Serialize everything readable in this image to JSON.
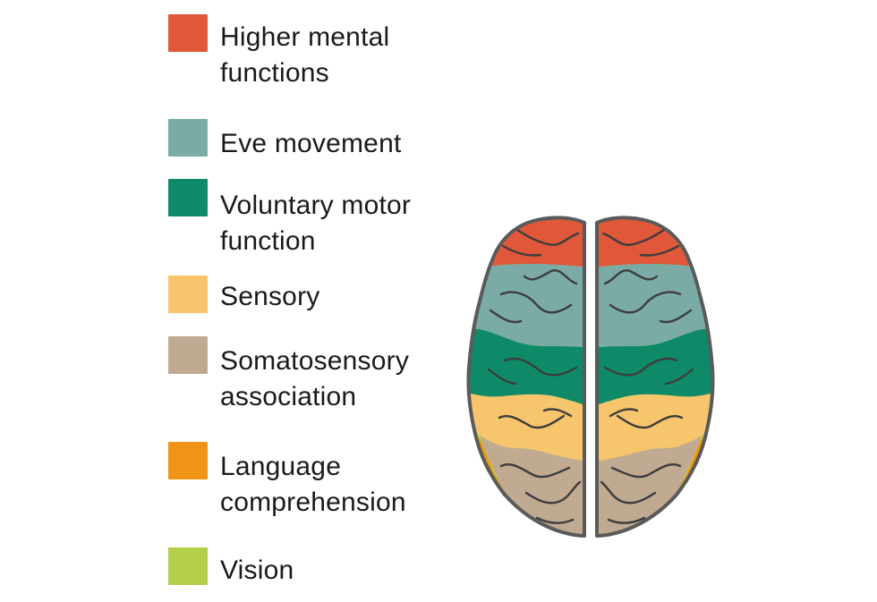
{
  "legend": [
    {
      "label": "Higher mental\nfunctions",
      "color": "#e0573a"
    },
    {
      "label": "Eve movement",
      "color": "#7aaba4"
    },
    {
      "label": "Voluntary motor\nfunction",
      "color": "#0e8a68"
    },
    {
      "label": "Sensory",
      "color": "#f6c56c"
    },
    {
      "label": "Somatosensory\nassociation",
      "color": "#c0aa92"
    },
    {
      "label": "Language\ncomprehension",
      "color": "#f09316"
    },
    {
      "label": "Vision",
      "color": "#b4cf4a"
    }
  ],
  "outline_color": "#5a5a5a"
}
